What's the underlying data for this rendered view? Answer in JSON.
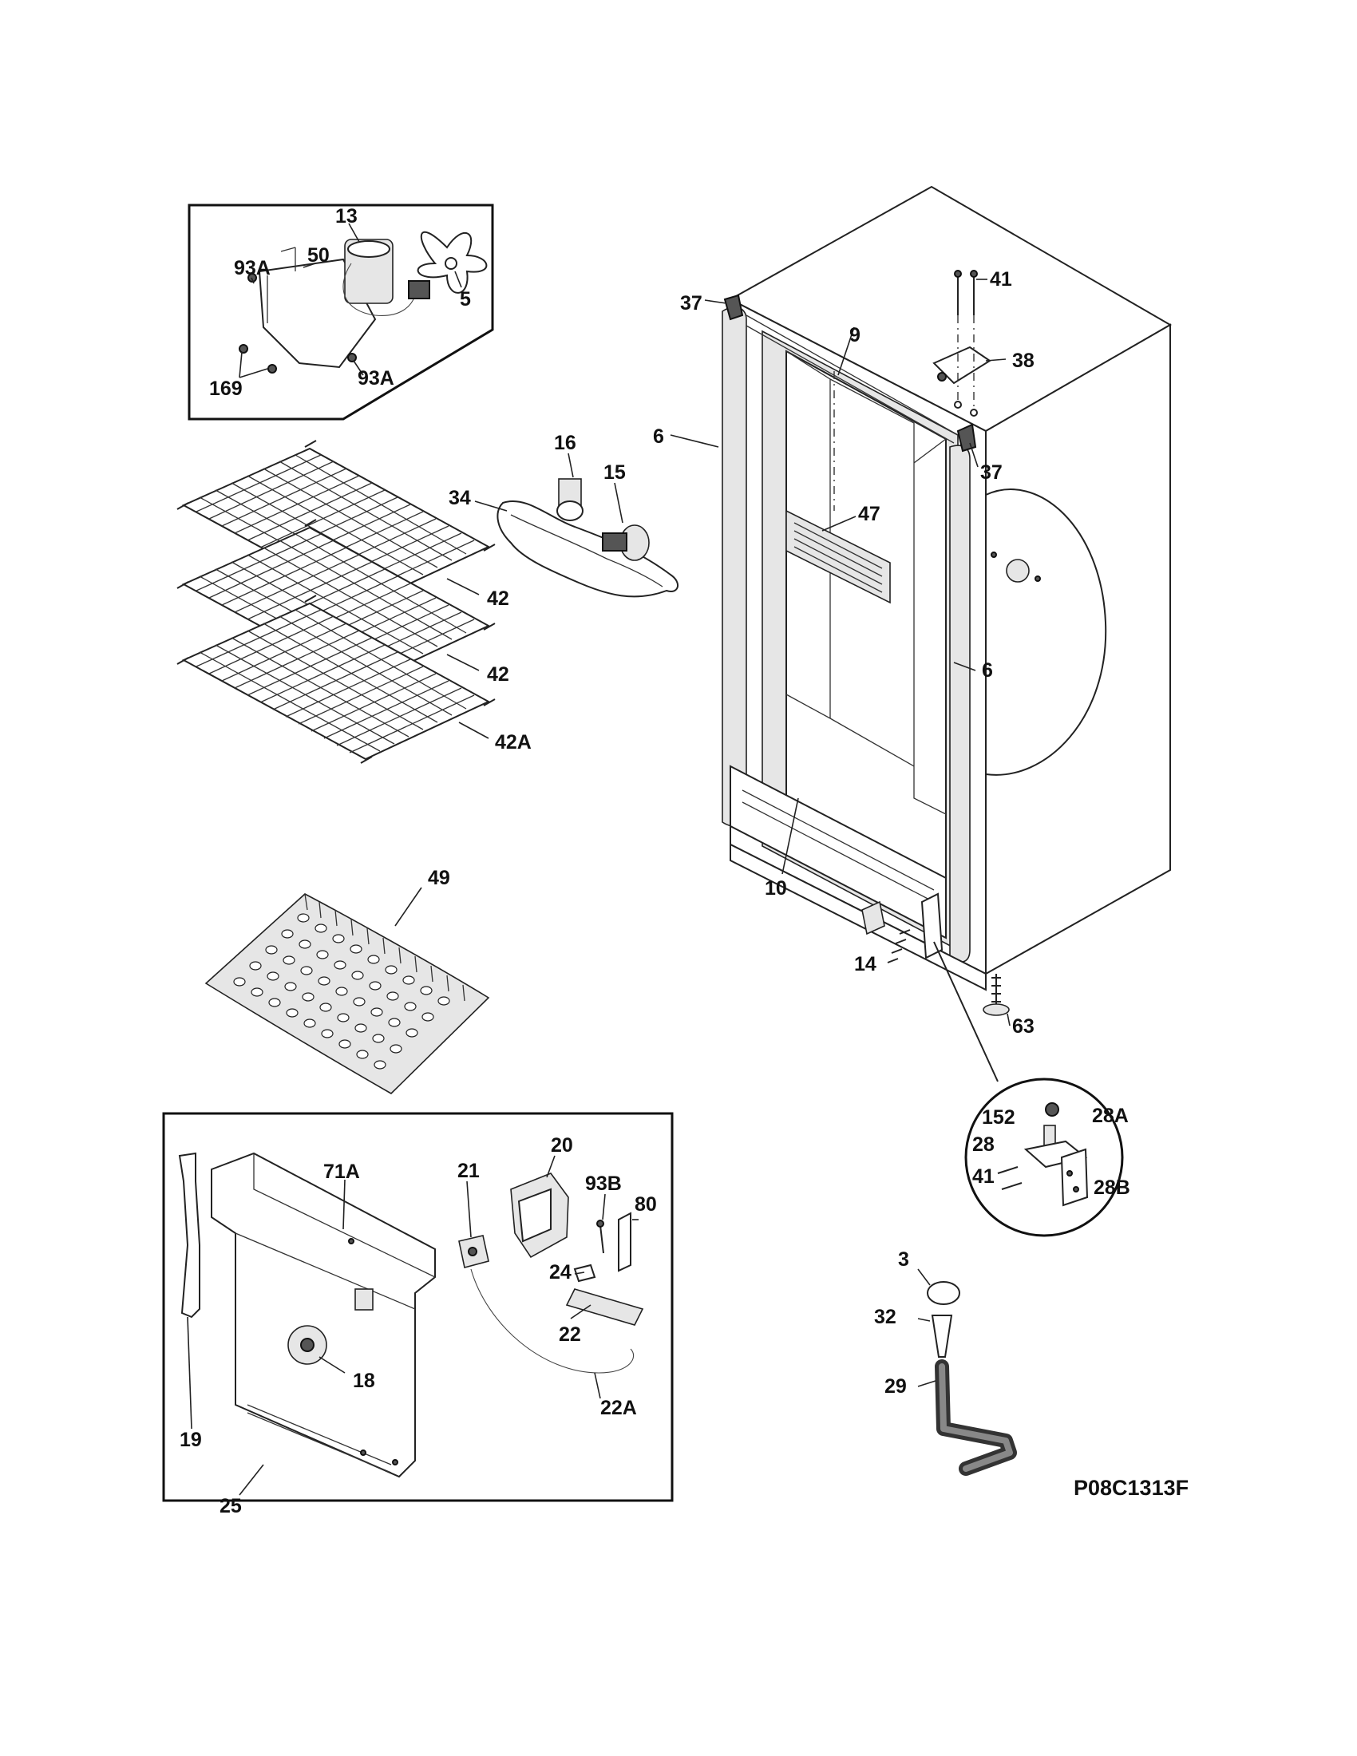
{
  "diagram": {
    "drawing_number": "P08C1313F",
    "callouts": {
      "fan_inset": [
        "13",
        "50",
        "93A",
        "5",
        "169",
        "93A"
      ],
      "cabinet": [
        "37",
        "9",
        "41",
        "38",
        "6",
        "37",
        "47",
        "6",
        "10",
        "14",
        "63"
      ],
      "shelves": [
        "42",
        "42",
        "42A",
        "49"
      ],
      "light": [
        "16",
        "15",
        "34"
      ],
      "hinge_inset": [
        "152",
        "28A",
        "28",
        "41",
        "28B"
      ],
      "drain": [
        "3",
        "32",
        "29"
      ],
      "rear_inset": [
        "71A",
        "20",
        "21",
        "93B",
        "80",
        "24",
        "22",
        "18",
        "22A",
        "19",
        "25"
      ]
    }
  }
}
